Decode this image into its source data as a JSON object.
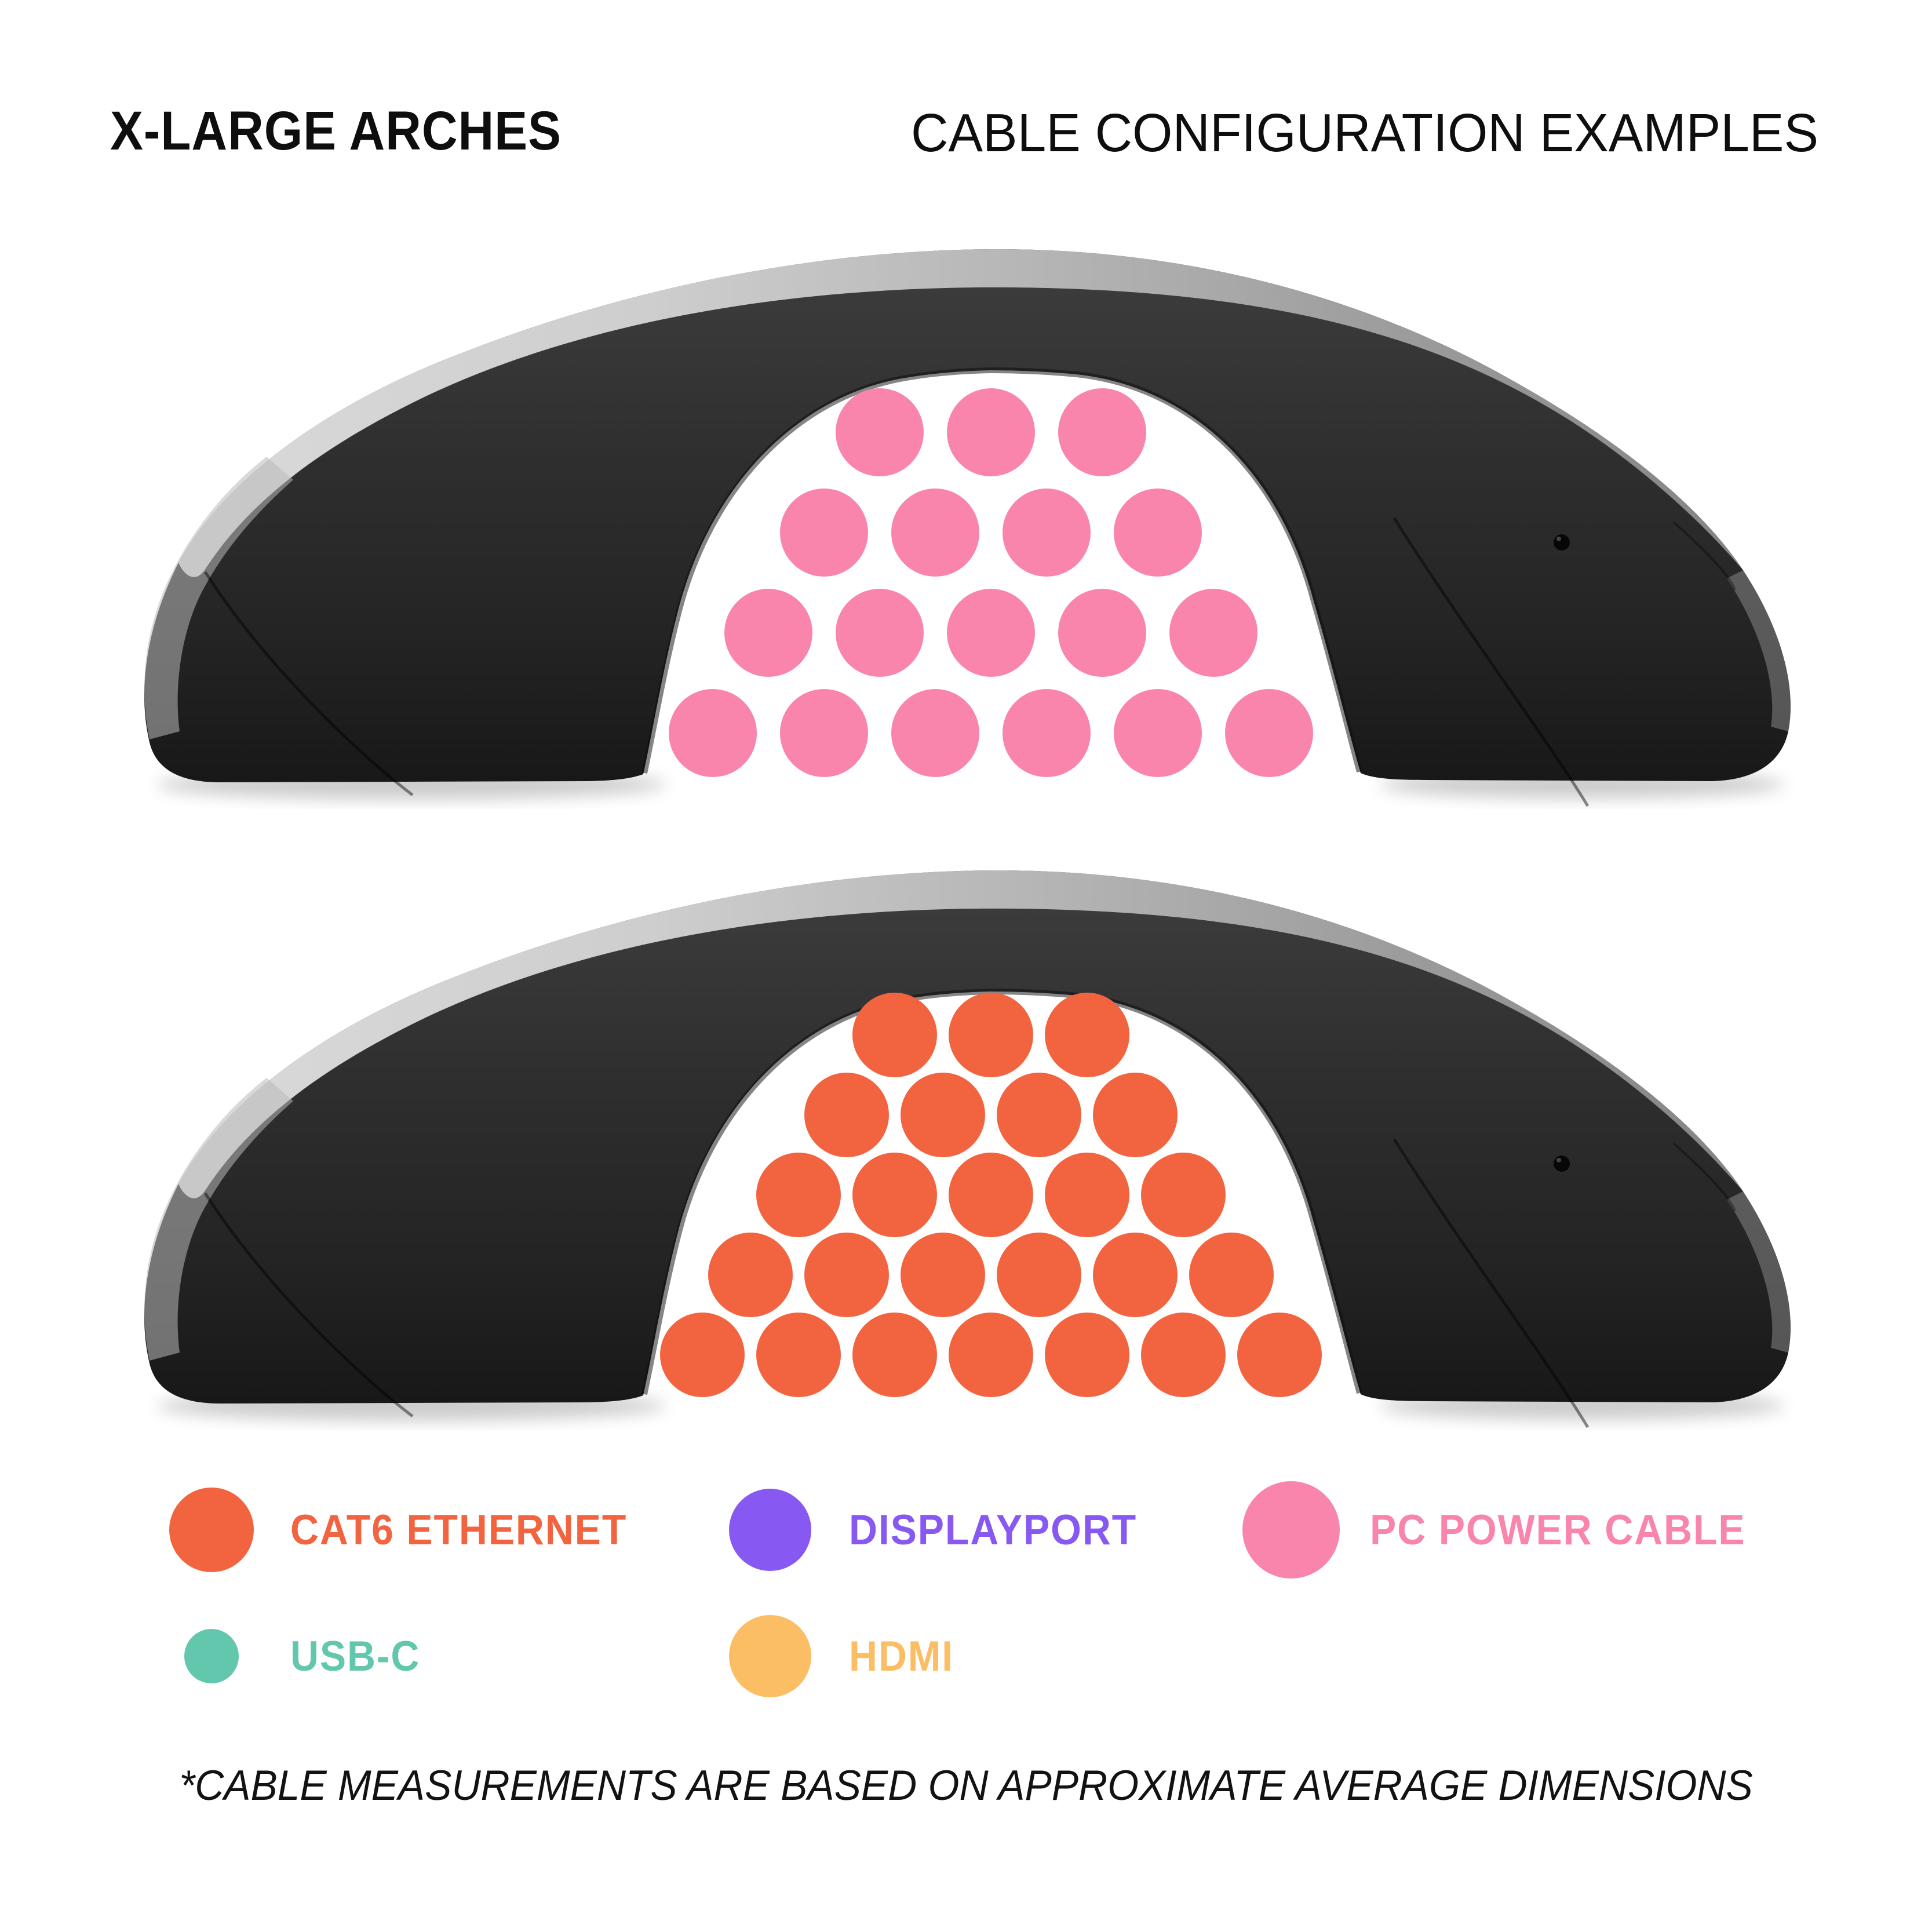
{
  "page": {
    "background": "#ffffff"
  },
  "header": {
    "product_title": "X-LARGE ARCHES",
    "section_title": "CABLE CONFIGURATION EXAMPLES"
  },
  "product": {
    "name": "x-large cable management arch",
    "body_color": "#2b2b2b",
    "top_surface_color": "#c7c7c7"
  },
  "examples": [
    {
      "id": "pc-power-cable-example",
      "cable_type": "PC POWER CABLE",
      "dot_color": "#F985AC",
      "rows": [
        3,
        4,
        5,
        6
      ],
      "total_cables": 18
    },
    {
      "id": "cat6-ethernet-example",
      "cable_type": "CAT6 ETHERNET",
      "dot_color": "#F26440",
      "rows": [
        3,
        4,
        5,
        6,
        7
      ],
      "total_cables": 25
    }
  ],
  "legend": {
    "items": [
      {
        "label": "CAT6 ETHERNET",
        "color": "#F26440",
        "dot_diameter": 146
      },
      {
        "label": "DISPLAYPORT",
        "color": "#8859F2",
        "dot_diameter": 142
      },
      {
        "label": "PC POWER CABLE",
        "color": "#F985AC",
        "dot_diameter": 168
      },
      {
        "label": "USB-C",
        "color": "#63C7AE",
        "dot_diameter": 94
      },
      {
        "label": "HDMI",
        "color": "#FBBE64",
        "dot_diameter": 142
      }
    ]
  },
  "footnote": "*CABLE MEASUREMENTS ARE BASED ON APPROXIMATE AVERAGE DIMENSIONS"
}
